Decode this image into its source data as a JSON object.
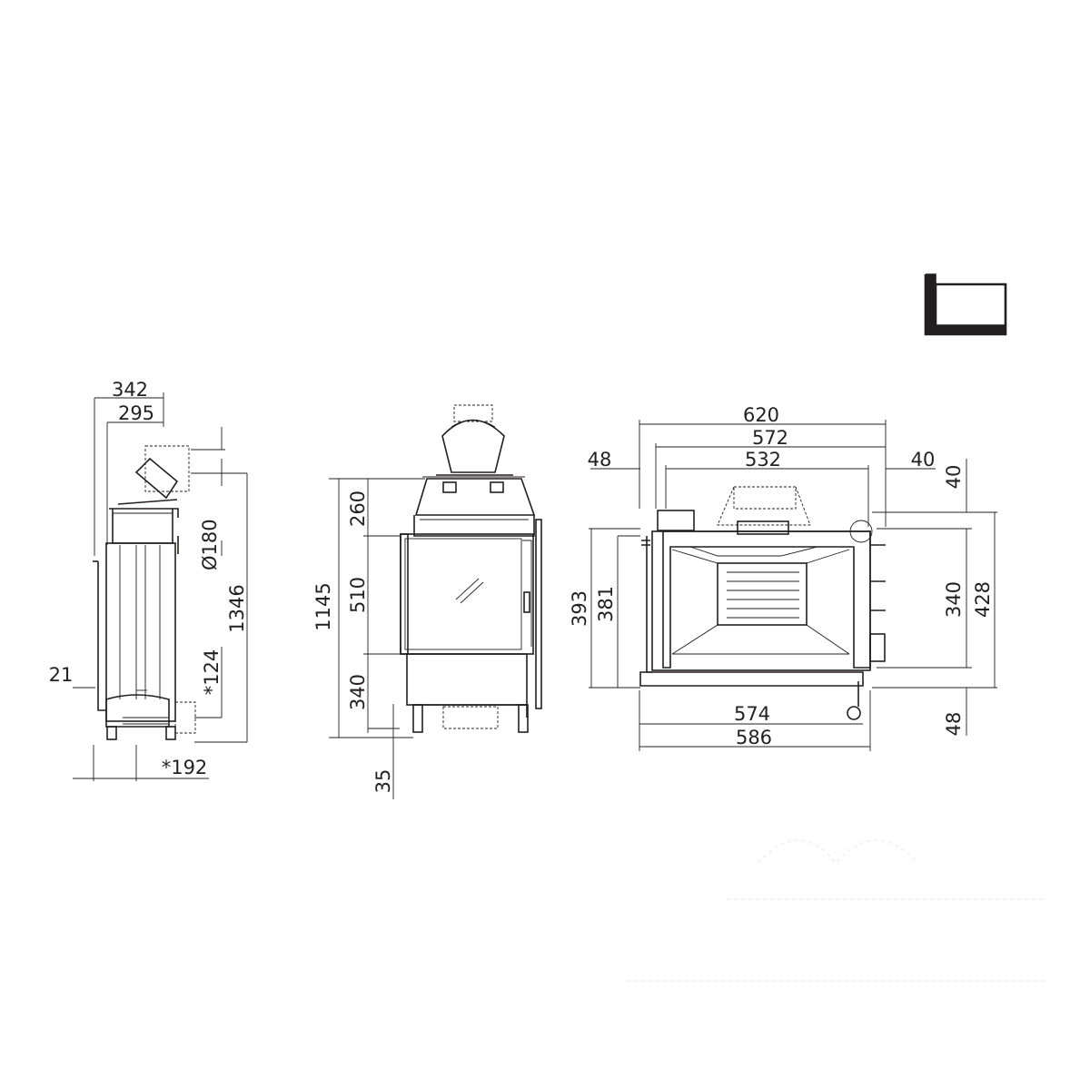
{
  "views": {
    "side": {
      "dims": {
        "w342": "342",
        "w295": "295",
        "dia180": "Ø180",
        "h1346": "1346",
        "h124": "*124",
        "w21": "21",
        "w192": "*192"
      }
    },
    "front": {
      "dims": {
        "h1145": "1145",
        "h260": "260",
        "h510": "510",
        "h340": "340",
        "h35": "35"
      }
    },
    "plan": {
      "dims": {
        "w620": "620",
        "w572": "572",
        "w532": "532",
        "w48": "48",
        "w40": "40",
        "h40": "40",
        "h393": "393",
        "h381": "381",
        "h340": "340",
        "h428": "428",
        "w574": "574",
        "w586": "586",
        "h48": "48"
      }
    }
  },
  "icons": {
    "corner_type": "corner-left-icon"
  }
}
